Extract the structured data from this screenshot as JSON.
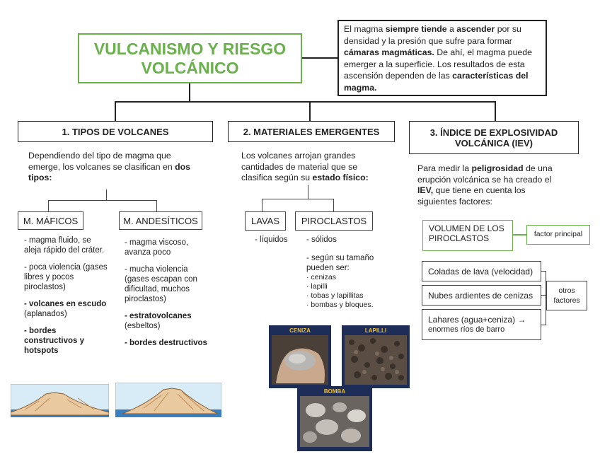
{
  "title": "VULCANISMO Y RIESGO VOLCÁNICO",
  "intro": {
    "p1": "El magma ",
    "b1": "siempre tiende",
    "p2": " a ",
    "b2": "ascender",
    "p3": " por su densidad y la presión que sufre para formar ",
    "b3": "cámaras magmáticas.",
    "p4": " De ahí, el magma puede emerger a la superficie. Los resultados de esta ascensión dependen de las ",
    "b4": "características del magma."
  },
  "sections": {
    "tipos": {
      "heading": "1. TIPOS DE VOLCANES",
      "desc_a": "Dependiendo del tipo de magma que emerge, los volcanes se clasifican en ",
      "desc_b": "dos tipos:",
      "maficos": {
        "label": "M. MÁFICOS",
        "l1": "- magma fluido, se aleja rápido del cráter.",
        "l2": "- poca violencia (gases libres y pocos piroclastos)",
        "l3b": "- volcanes en escudo",
        "l3": " (aplanados)",
        "l4b": "- bordes constructivos y hotspots"
      },
      "andesiticos": {
        "label": "M. ANDESÍTICOS",
        "l1": "- magma viscoso, avanza poco",
        "l2": "- mucha violencia (gases escapan con dificultad, muchos piroclastos)",
        "l3b": "- estratovolcanes",
        "l3": " (esbeltos)",
        "l4b": "- bordes destructivos"
      }
    },
    "materiales": {
      "heading": "2. MATERIALES EMERGENTES",
      "desc_a": "Los volcanes arrojan grandes cantidades de material que se clasifica según su ",
      "desc_b": "estado físico:",
      "lavas": {
        "label": "LAVAS",
        "text": "- líquidos"
      },
      "piroclastos": {
        "label": "PIROCLASTOS",
        "t1": "- sólidos",
        "t2": "- según su tamaño pueden ser:",
        "items": [
          "· cenizas",
          "· lapilli",
          "· tobas y lapillitas",
          "· bombas y bloques."
        ]
      },
      "photos": {
        "ceniza": "CENIZA",
        "lapilli": "LAPILLI",
        "bomba": "BOMBA"
      }
    },
    "iev": {
      "heading": "3. ÍNDICE DE EXPLOSIVIDAD VOLCÁNICA (IEV)",
      "p1": "Para medir la ",
      "b1": "peligrosidad",
      "p2": " de una erupción volcánica se ha creado el ",
      "b2": "IEV,",
      "p3": " que tiene en cuenta los siguientes factores:",
      "volumen": "VOLUMEN DE LOS PIROCLASTOS",
      "principal": "factor principal",
      "coladas": "Coladas de lava (velocidad)",
      "nubes": "Nubes ardientes de cenizas",
      "lahares": "Lahares (agua+ceniza) →",
      "lahares2": "enormes ríos de barro",
      "otros": "otros factores"
    }
  },
  "colors": {
    "accent_green": "#6ab04c",
    "photo_bg": "#1d2d57",
    "caption": "#f0c030"
  }
}
